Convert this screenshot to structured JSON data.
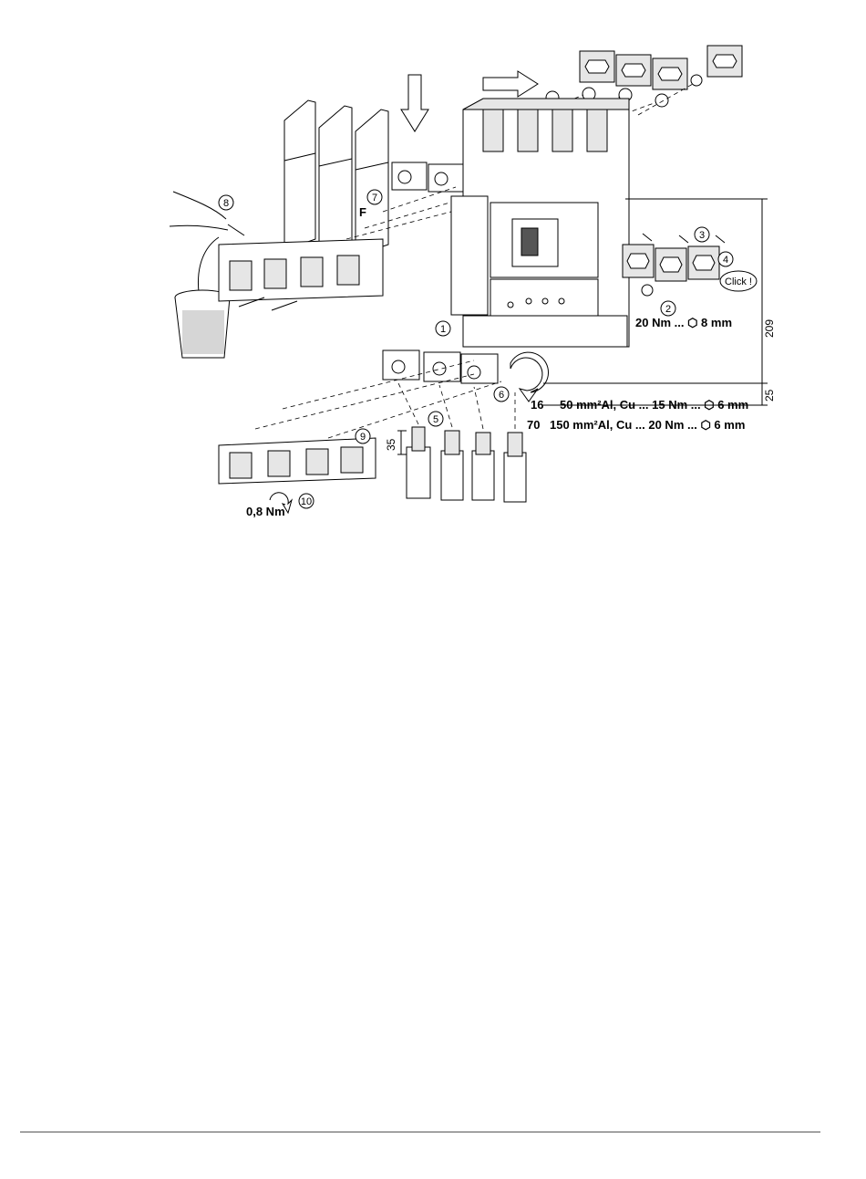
{
  "steps": [
    "1",
    "2",
    "3",
    "4",
    "5",
    "6",
    "7",
    "8",
    "9",
    "10"
  ],
  "labels": {
    "click": "Click !",
    "force": "F",
    "torque_upper": "20 Nm ... ",
    "torque_upper_hex": "8 mm",
    "min_section": "16",
    "max_section": "70",
    "al_line_1": "50 mm²Al, Cu ... 15 Nm ... ",
    "al_line_1_hex": "6 mm",
    "al_line_2": "150 mm²Al, Cu ... 20 Nm ... ",
    "al_line_2_hex": "6 mm",
    "torque_cover": "0,8 Nm",
    "strip_length": "35",
    "dim_height": "209",
    "dim_base": "25"
  },
  "icons": [
    "hex-key-icon",
    "rotate-arrow-icon",
    "insert-arrow-icon",
    "pliers-icon",
    "waste-bin-icon"
  ]
}
